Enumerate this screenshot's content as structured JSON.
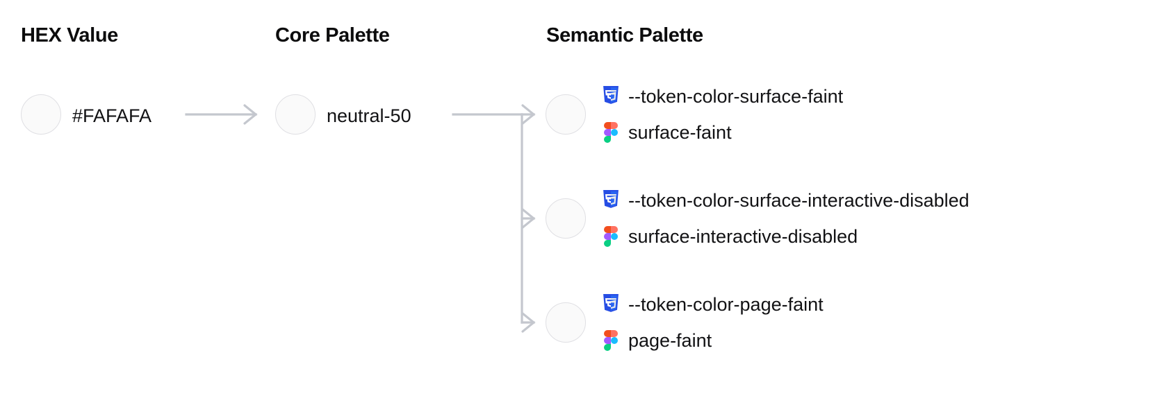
{
  "columns": {
    "hex": {
      "header": "HEX Value"
    },
    "core": {
      "header": "Core Palette"
    },
    "semantic": {
      "header": "Semantic Palette"
    }
  },
  "hex": {
    "value": "#FAFAFA",
    "swatch_color": "#FAFAFA"
  },
  "core": {
    "value": "neutral-50",
    "swatch_color": "#FAFAFA"
  },
  "semantic": {
    "rows": [
      {
        "swatch_color": "#FAFAFA",
        "css_icon": "css3-icon",
        "css_token": "--token-color-surface-faint",
        "figma_icon": "figma-icon",
        "figma_token": "surface-faint"
      },
      {
        "swatch_color": "#FAFAFA",
        "css_icon": "css3-icon",
        "css_token": "--token-color-surface-interactive-disabled",
        "figma_icon": "figma-icon",
        "figma_token": "surface-interactive-disabled"
      },
      {
        "swatch_color": "#FAFAFA",
        "css_icon": "css3-icon",
        "css_token": "--token-color-page-faint",
        "figma_icon": "figma-icon",
        "figma_token": "page-faint"
      }
    ]
  },
  "theme": {
    "connector_color": "#C4C7CE",
    "swatch_border": "#DFDFE3",
    "text_color": "#121214",
    "header_color": "#0C0C0D",
    "css_icon_color": "#2965F1",
    "css_icon_dark": "#264DE4",
    "figma_orange": "#F24E1E",
    "figma_red": "#FF7262",
    "figma_purple": "#A259FF",
    "figma_blue": "#1ABCFE",
    "figma_green": "#0ACF83"
  }
}
